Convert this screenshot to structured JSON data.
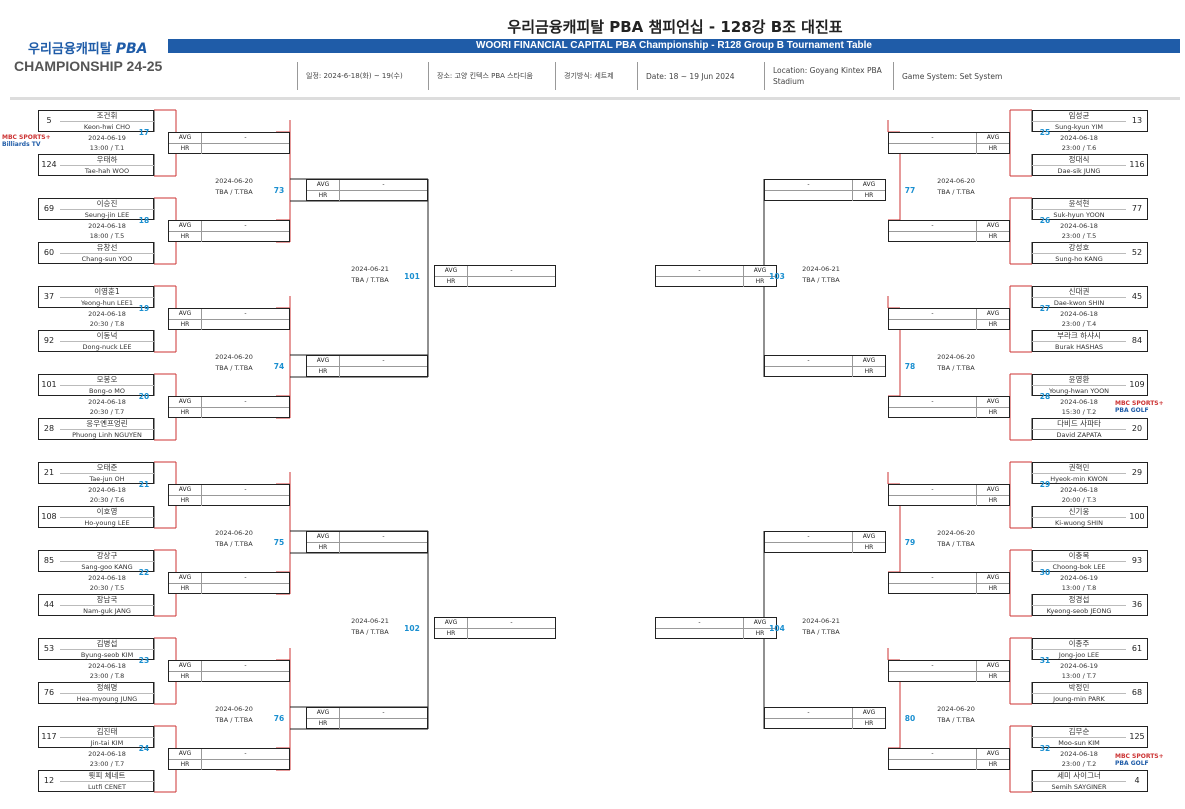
{
  "header": {
    "logo_top": "우리금융캐피탈",
    "logo_pba": "PBA",
    "logo_main": "CHAMPIONSHIP 24-25",
    "title_kr": "우리금융캐피탈 PBA 챔피언십 - 128강 B조 대진표",
    "title_en": "WOORI FINANCIAL CAPITAL PBA Championship - R128 Group B Tournament Table",
    "info": [
      "일정: 2024-6-18(화) ~ 19(수)",
      "장소: 고양 킨텍스 PBA 스타디움",
      "경기방식: 세트제",
      "Date: 18 ~ 19 Jun 2024",
      "Location: Goyang Kintex PBA Stadium",
      "Game System: Set System"
    ]
  },
  "labels": {
    "avg": "AVG",
    "hr": "HR",
    "dash": "-"
  },
  "tv": {
    "left": {
      "a": "MBC SPORTS+",
      "b": "Billiards TV"
    },
    "right1": {
      "a": "MBC SPORTS+",
      "b": "PBA GOLF"
    },
    "right2": {
      "a": "MBC SPORTS+",
      "b": "PBA GOLF"
    }
  },
  "left": {
    "r1": [
      {
        "num": "17",
        "date": "2024-06-19",
        "time": "13:00 / T.1",
        "p1": {
          "seed": "5",
          "kr": "조건휘",
          "en": "Keon-hwi CHO"
        },
        "p2": {
          "seed": "124",
          "kr": "우태하",
          "en": "Tae-hah WOO"
        }
      },
      {
        "num": "18",
        "date": "2024-06-18",
        "time": "18:00 / T.5",
        "p1": {
          "seed": "69",
          "kr": "이승진",
          "en": "Seung-jin LEE"
        },
        "p2": {
          "seed": "60",
          "kr": "유창선",
          "en": "Chang-sun YOO"
        }
      },
      {
        "num": "19",
        "date": "2024-06-18",
        "time": "20:30 / T.8",
        "p1": {
          "seed": "37",
          "kr": "이영훈1",
          "en": "Yeong-hun LEE1"
        },
        "p2": {
          "seed": "92",
          "kr": "이동넉",
          "en": "Dong-nuck LEE"
        }
      },
      {
        "num": "20",
        "date": "2024-06-18",
        "time": "20:30 / T.7",
        "p1": {
          "seed": "101",
          "kr": "모봉오",
          "en": "Bong-o MO"
        },
        "p2": {
          "seed": "28",
          "kr": "응우옌프엉린",
          "en": "Phuong Linh NGUYEN"
        }
      },
      {
        "num": "21",
        "date": "2024-06-18",
        "time": "20:30 / T.6",
        "p1": {
          "seed": "21",
          "kr": "오태준",
          "en": "Tae-jun OH"
        },
        "p2": {
          "seed": "108",
          "kr": "이호영",
          "en": "Ho-young LEE"
        }
      },
      {
        "num": "22",
        "date": "2024-06-18",
        "time": "20:30 / T.5",
        "p1": {
          "seed": "85",
          "kr": "강상구",
          "en": "Sang-goo KANG"
        },
        "p2": {
          "seed": "44",
          "kr": "장남국",
          "en": "Nam-guk JANG"
        }
      },
      {
        "num": "23",
        "date": "2024-06-18",
        "time": "23:00 / T.8",
        "p1": {
          "seed": "53",
          "kr": "김병섭",
          "en": "Byung-seob KIM"
        },
        "p2": {
          "seed": "76",
          "kr": "정해명",
          "en": "Hea-myoung JUNG"
        }
      },
      {
        "num": "24",
        "date": "2024-06-18",
        "time": "23:00 / T.7",
        "p1": {
          "seed": "117",
          "kr": "김진태",
          "en": "Jin-tai KIM"
        },
        "p2": {
          "seed": "12",
          "kr": "륏피 체네트",
          "en": "Lutfi CENET"
        }
      }
    ],
    "r2": [
      {
        "num": "73",
        "date": "2024-06-20",
        "time": "TBA / T.TBA"
      },
      {
        "num": "74",
        "date": "2024-06-20",
        "time": "TBA / T.TBA"
      },
      {
        "num": "75",
        "date": "2024-06-20",
        "time": "TBA / T.TBA"
      },
      {
        "num": "76",
        "date": "2024-06-20",
        "time": "TBA / T.TBA"
      }
    ],
    "r3": [
      {
        "num": "101",
        "date": "2024-06-21",
        "time": "TBA / T.TBA"
      },
      {
        "num": "102",
        "date": "2024-06-21",
        "time": "TBA / T.TBA"
      }
    ]
  },
  "right": {
    "r1": [
      {
        "num": "25",
        "date": "2024-06-18",
        "time": "23:00 / T.6",
        "p1": {
          "seed": "13",
          "kr": "임성균",
          "en": "Sung-kyun YIM"
        },
        "p2": {
          "seed": "116",
          "kr": "정대식",
          "en": "Dae-sik JUNG"
        }
      },
      {
        "num": "26",
        "date": "2024-06-18",
        "time": "23:00 / T.5",
        "p1": {
          "seed": "77",
          "kr": "윤석현",
          "en": "Suk-hyun YOON"
        },
        "p2": {
          "seed": "52",
          "kr": "강성호",
          "en": "Sung-ho KANG"
        }
      },
      {
        "num": "27",
        "date": "2024-06-18",
        "time": "23:00 / T.4",
        "p1": {
          "seed": "45",
          "kr": "신대권",
          "en": "Dae-kwon SHIN"
        },
        "p2": {
          "seed": "84",
          "kr": "부라크 하샤시",
          "en": "Burak HASHAS"
        }
      },
      {
        "num": "28",
        "date": "2024-06-18",
        "time": "15:30 / T.2",
        "p1": {
          "seed": "109",
          "kr": "윤영환",
          "en": "Young-hwan YOON"
        },
        "p2": {
          "seed": "20",
          "kr": "다비드 사파타",
          "en": "David ZAPATA"
        }
      },
      {
        "num": "29",
        "date": "2024-06-18",
        "time": "20:00 / T.3",
        "p1": {
          "seed": "29",
          "kr": "권혁민",
          "en": "Hyeok-min KWON"
        },
        "p2": {
          "seed": "100",
          "kr": "신기웅",
          "en": "Ki-wuong SHIN"
        }
      },
      {
        "num": "30",
        "date": "2024-06-19",
        "time": "13:00 / T.8",
        "p1": {
          "seed": "93",
          "kr": "이충복",
          "en": "Choong-bok LEE"
        },
        "p2": {
          "seed": "36",
          "kr": "정경섭",
          "en": "Kyeong-seob JEONG"
        }
      },
      {
        "num": "31",
        "date": "2024-06-19",
        "time": "13:00 / T.7",
        "p1": {
          "seed": "61",
          "kr": "이종주",
          "en": "Jong-joo LEE"
        },
        "p2": {
          "seed": "68",
          "kr": "박정민",
          "en": "Joung-min PARK"
        }
      },
      {
        "num": "32",
        "date": "2024-06-18",
        "time": "23:00 / T.2",
        "p1": {
          "seed": "125",
          "kr": "김무순",
          "en": "Moo-sun KIM"
        },
        "p2": {
          "seed": "4",
          "kr": "세미 사이그너",
          "en": "Semih SAYGINER"
        }
      }
    ],
    "r2": [
      {
        "num": "77",
        "date": "2024-06-20",
        "time": "TBA / T.TBA"
      },
      {
        "num": "78",
        "date": "2024-06-20",
        "time": "TBA / T.TBA"
      },
      {
        "num": "79",
        "date": "2024-06-20",
        "time": "TBA / T.TBA"
      },
      {
        "num": "80",
        "date": "2024-06-20",
        "time": "TBA / T.TBA"
      }
    ],
    "r3": [
      {
        "num": "103",
        "date": "2024-06-21",
        "time": "TBA / T.TBA"
      },
      {
        "num": "104",
        "date": "2024-06-21",
        "time": "TBA / T.TBA"
      }
    ]
  }
}
